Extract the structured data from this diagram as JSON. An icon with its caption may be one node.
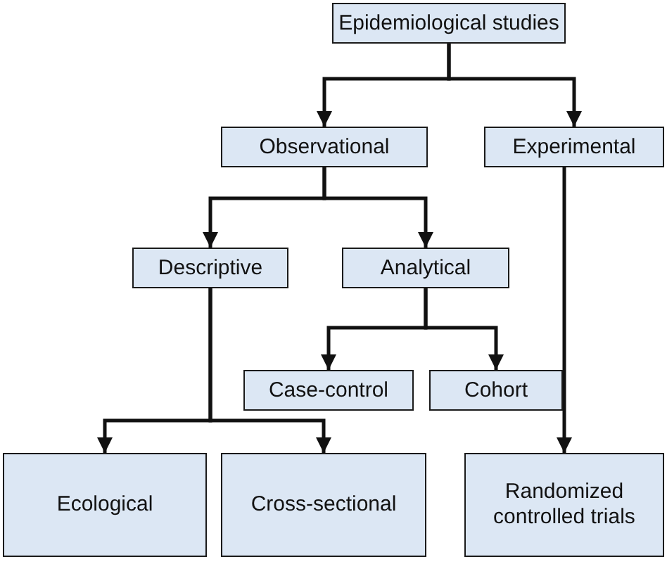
{
  "diagram": {
    "nodes": [
      {
        "text": [
          "Epidemiological studies"
        ]
      },
      {
        "text": [
          "Observational"
        ]
      },
      {
        "text": [
          "Experimental"
        ]
      },
      {
        "text": [
          "Descriptive"
        ]
      },
      {
        "text": [
          "Analytical"
        ]
      },
      {
        "text": [
          "Case-control"
        ]
      },
      {
        "text": [
          "Cohort"
        ]
      },
      {
        "text": [
          "Ecological"
        ]
      },
      {
        "text": [
          "Cross-sectional"
        ]
      },
      {
        "text": [
          "Randomized controlled trials"
        ]
      }
    ],
    "edges": [
      {
        "from": 0,
        "to": 1,
        "arrow": "to"
      },
      {
        "from": 0,
        "to": 2,
        "arrow": "to"
      },
      {
        "from": 1,
        "to": 3,
        "arrow": "to"
      },
      {
        "from": 1,
        "to": 4,
        "arrow": "to"
      },
      {
        "from": 4,
        "to": 5,
        "arrow": "to"
      },
      {
        "from": 4,
        "to": 6,
        "arrow": "to"
      },
      {
        "from": 3,
        "to": 7,
        "arrow": "to"
      },
      {
        "from": 3,
        "to": 8,
        "arrow": "to"
      },
      {
        "from": 2,
        "to": 9,
        "arrow": "to"
      }
    ]
  }
}
